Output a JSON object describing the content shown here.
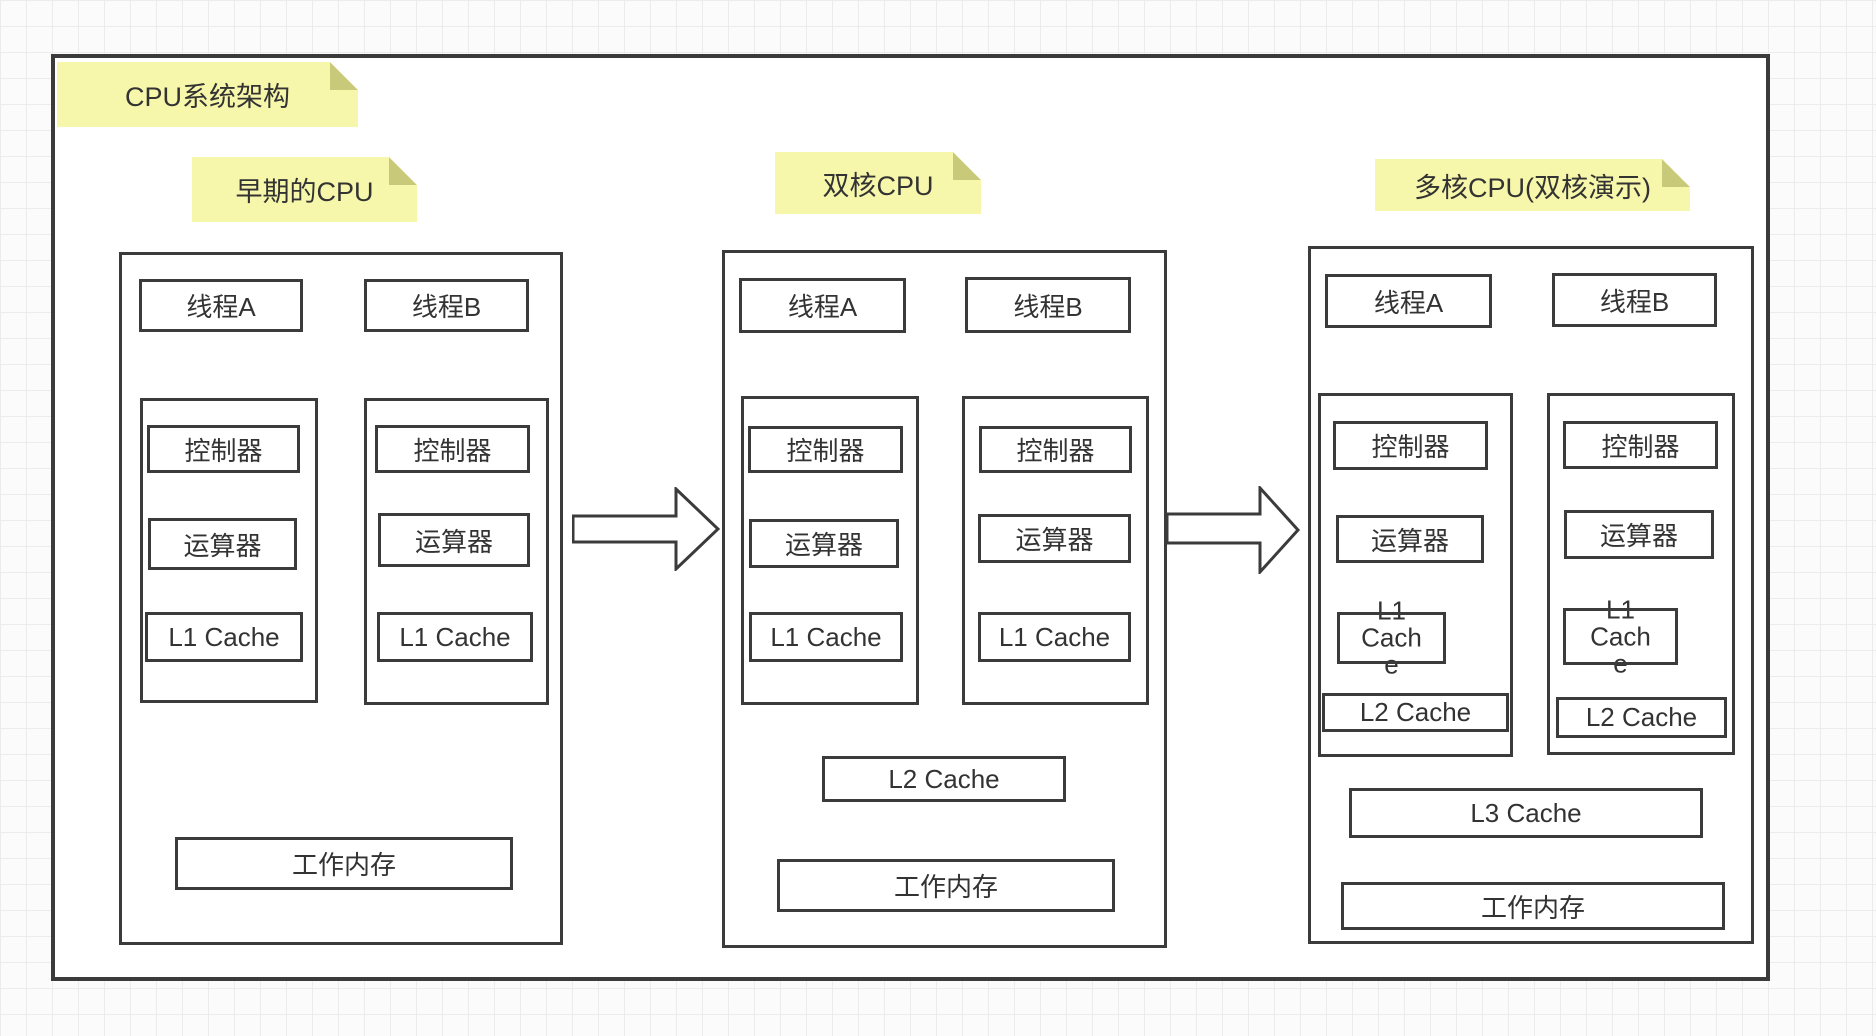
{
  "diagram": {
    "title_note": "CPU系统架构",
    "notes": {
      "panel1": "早期的CPU",
      "panel2": "双核CPU",
      "panel3": "多核CPU(双核演示)"
    },
    "labels": {
      "thread_a": "线程A",
      "thread_b": "线程B",
      "controller": "控制器",
      "alu": "运算器",
      "l1": "L1 Cache",
      "l2": "L2 Cache",
      "l3": "L3 Cache",
      "memory": "工作内存"
    },
    "icons": {
      "arrow_right": "block-arrow-right-icon"
    },
    "colors": {
      "sticky": "#f7f7ab",
      "sticky_fold": "#c9c97a",
      "border": "#3b3b3b",
      "text": "#333333",
      "shape_fill": "#ffffff",
      "canvas_bg": "#fbfbfb",
      "grid_line": "#ececec"
    }
  }
}
